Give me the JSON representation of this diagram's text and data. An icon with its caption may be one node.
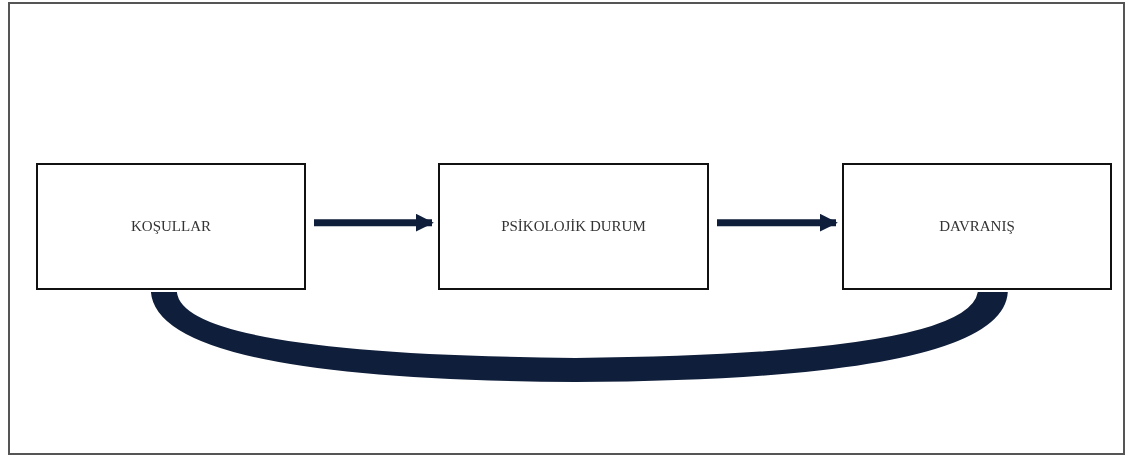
{
  "diagram": {
    "nodes": [
      {
        "text": [
          "KOŞULLAR"
        ]
      },
      {
        "text": [
          "PSİKOLOJİK DURUM"
        ]
      },
      {
        "text": [
          "DAVRANIŞ"
        ]
      }
    ],
    "edges": [
      {
        "from": 0,
        "to": 1,
        "arrow": "to"
      },
      {
        "from": 1,
        "to": 2,
        "arrow": "to"
      },
      {
        "from": 0,
        "to": 2,
        "arrow": "none",
        "style": "thick"
      }
    ]
  }
}
